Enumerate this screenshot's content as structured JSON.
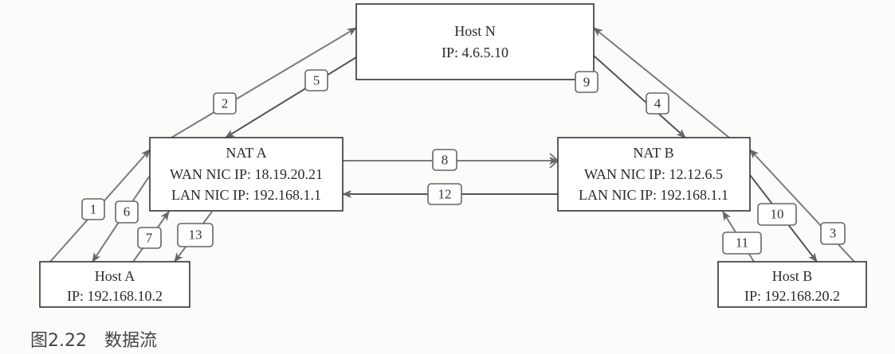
{
  "nodes": {
    "host_n": {
      "name": "Host N",
      "ip": "IP: 4.6.5.10"
    },
    "nat_a": {
      "name": "NAT A",
      "wan": "WAN NIC IP: 18.19.20.21",
      "lan": "LAN NIC IP: 192.168.1.1"
    },
    "nat_b": {
      "name": "NAT B",
      "wan": "WAN NIC IP: 12.12.6.5",
      "lan": "LAN NIC IP: 192.168.1.1"
    },
    "host_a": {
      "name": "Host A",
      "ip": "IP: 192.168.10.2"
    },
    "host_b": {
      "name": "Host B",
      "ip": "IP: 192.168.20.2"
    }
  },
  "steps": [
    "1",
    "2",
    "3",
    "4",
    "5",
    "6",
    "7",
    "8",
    "9",
    "10",
    "11",
    "12",
    "13"
  ],
  "caption": {
    "number": "图2.22",
    "title": "数据流"
  }
}
